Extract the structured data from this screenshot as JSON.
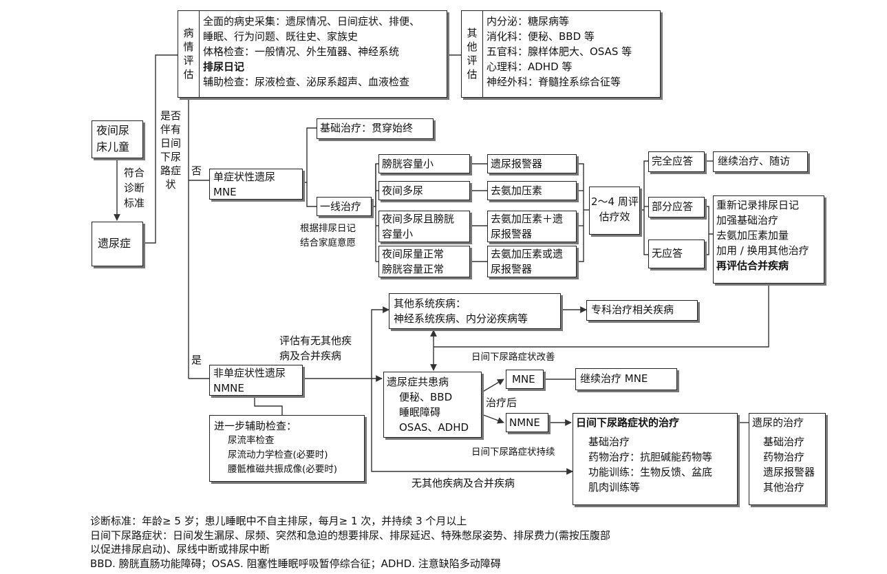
{
  "assessment": {
    "vertical_label": "病情评估",
    "lines": [
      "全面的病史采集：遗尿情况、日间症状、排便、",
      "睡眠、行为问题、既往史、家族史",
      "体格检查：一般情况、外生殖器、神经系统",
      "排尿日记",
      "辅助检查：尿液检查、泌尿系超声、血液检查"
    ]
  },
  "other_eval": {
    "vertical_label": "其他评估",
    "lines": [
      "内分泌：糖尿病等",
      "消化科：便秘、BBD 等",
      "五官科：腺样体肥大、OSAS 等",
      "心理科：ADHD 等",
      "神经外科：脊髓拴系综合征等"
    ]
  },
  "start": {
    "lines": [
      "夜间尿",
      "床儿童"
    ]
  },
  "criteria_label": "符合诊断标准",
  "enuresis": "遗尿症",
  "daytime_question": "是否伴有日间下尿路症状",
  "no_label": "否",
  "yes_label": "是",
  "mne": {
    "lines": [
      "单症状性遗尿",
      "MNE"
    ]
  },
  "basic_treatment": "基础治疗：贯穿始终",
  "first_line": "一线治疗",
  "first_line_note": {
    "lines": [
      "根据排尿日记",
      "结合家庭意愿"
    ]
  },
  "conditions": [
    {
      "lines": [
        "膀胱容量小"
      ]
    },
    {
      "lines": [
        "夜间多尿"
      ]
    },
    {
      "lines": [
        "夜间多尿且膀胱",
        "容量小"
      ]
    },
    {
      "lines": [
        "夜间尿量正常",
        "膀胱容量正常"
      ]
    }
  ],
  "treatments": [
    {
      "lines": [
        "遗尿报警器"
      ]
    },
    {
      "lines": [
        "去氨加压素"
      ]
    },
    {
      "lines": [
        "去氨加压素＋遗",
        "尿报警器"
      ]
    },
    {
      "lines": [
        "去氨加压素或遗",
        "尿报警器"
      ]
    }
  ],
  "efficacy": {
    "lines": [
      "2～4 周评",
      "估疗效"
    ]
  },
  "responses": {
    "complete": "完全应答",
    "partial": "部分应答",
    "none": "无应答"
  },
  "continue_followup": "继续治疗、随访",
  "re_record": [
    "重新记录排尿日记",
    "加强基础治疗",
    "去氨加压素加量",
    "加用 / 换用其他治疗",
    "再评估合并疾病"
  ],
  "other_systems": {
    "lines": [
      "其他系统疾病：",
      "神经系统疾病、内分泌疾病等"
    ]
  },
  "specialty_treatment": "专科治疗相关疾病",
  "evaluate_label": {
    "lines": [
      "评估有无其他疾",
      "病及合并疾病"
    ]
  },
  "daytime_improved": "日间下尿路症状改善",
  "nmne": {
    "lines": [
      "非单症状性遗尿",
      "NMNE"
    ]
  },
  "comorbid": {
    "title": "遗尿症共患病",
    "lines": [
      "便秘、BBD",
      "睡眠障碍",
      "OSAS、ADHD"
    ]
  },
  "mne_short": "MNE",
  "nmne_short": "NMNE",
  "after_treatment": "治疗后",
  "continue_mne": "继续治疗 MNE",
  "daytime_persist": "日间下尿路症状持续",
  "further_exam": {
    "title": "进一步辅助检查：",
    "lines": [
      "尿流率检查",
      "尿流动力学检查(必要时)",
      "腰骶椎磁共振成像(必要时)"
    ]
  },
  "no_other": "无其他疾病及合并疾病",
  "lut_treatment": {
    "title": "日间下尿路症状的治疗",
    "lines": [
      "基础治疗",
      "药物治疗：抗胆碱能药物等",
      "功能训练：生物反馈、盆底",
      "肌肉训练等"
    ]
  },
  "enuresis_treatment": {
    "title": "遗尿的治疗",
    "lines": [
      "基础治疗",
      "药物治疗",
      "遗尿报警器",
      "其他治疗"
    ]
  },
  "footnotes": [
    "诊断标准：年龄≥ 5 岁；患儿睡眠中不自主排尿，每月≥ 1 次，并持续 3 个月以上",
    "日间下尿路症状：日间发生漏尿、尿频、突然和急迫的想要排尿、排尿延迟、特殊憋尿姿势、排尿费力(需按压腹部",
    "以促进排尿启动)、尿线中断或排尿中断",
    "BBD. 膀胱直肠功能障碍；OSAS. 阻塞性睡眠呼吸暂停综合征；ADHD. 注意缺陷多动障碍"
  ]
}
